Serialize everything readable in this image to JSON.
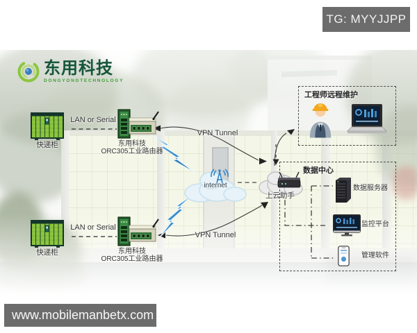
{
  "badge": {
    "text": "TG: MYYJJPP"
  },
  "logo": {
    "name": "东用科技",
    "subtitle": "DONGYONGTECHNOLOGY"
  },
  "diagram": {
    "locker_top": {
      "label": "快递柜"
    },
    "locker_bottom": {
      "label": "快递柜"
    },
    "link_labels": {
      "lan_top": "LAN or Serial",
      "lan_bottom": "LAN or Serial",
      "vpn_top": "VPN Tunnel",
      "vpn_bottom": "VPN Tunnel"
    },
    "router_top": {
      "brand": "东用科技",
      "model": "ORC305工业路由器"
    },
    "router_bottom": {
      "brand": "东用科技",
      "model": "ORC305工业路由器"
    },
    "internet": {
      "label": "internet"
    },
    "cloud_helper": {
      "label": "上云助手"
    },
    "engineer_box": {
      "title": "工程师远程维护"
    },
    "datacenter": {
      "title": "数据中心",
      "items": [
        {
          "label": "数据服务器"
        },
        {
          "label": "监控平台"
        },
        {
          "label": "管理软件"
        }
      ]
    }
  },
  "footer": {
    "url": "www.mobilemanbetx.com"
  },
  "colors": {
    "badge_bg": "#6c6c6c",
    "footer_bg": "#6c6c6c",
    "locker_green": "#8dc63f",
    "router_green": "#2e7036",
    "lightning_blue": "#2e8fd0",
    "logo_green": "#15563a",
    "logo_sub_green": "#3f9c35",
    "internet_cloud": "#e7f2f9",
    "helper_cloud": "#ececec"
  }
}
